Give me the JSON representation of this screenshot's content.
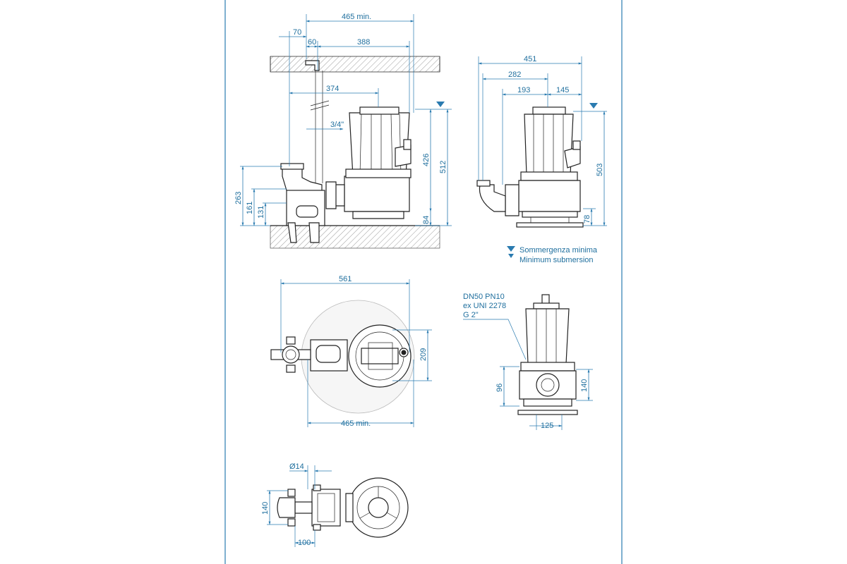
{
  "dimensions": {
    "side_view": {
      "d465min_top": "465 min.",
      "d70": "70",
      "d60": "60",
      "d388": "388",
      "d374": "374",
      "d34": "3/4\"",
      "d426": "426",
      "d512": "512",
      "d263": "263",
      "d161": "161",
      "d131": "131",
      "d84": "84"
    },
    "front_view": {
      "d451": "451",
      "d282": "282",
      "d193": "193",
      "d145": "145",
      "d503": "503",
      "d78": "78"
    },
    "top_view": {
      "d561": "561",
      "d209": "209",
      "d465min_bottom": "465 min."
    },
    "outlet_view": {
      "d96": "96",
      "d140": "140",
      "d125": "125"
    },
    "bottom_view": {
      "d14": "Ø14",
      "d140": "140",
      "d100": "100"
    }
  },
  "notes": {
    "flange_line1": "DN50 PN10",
    "flange_line2": "ex UNI 2278",
    "flange_line3": "G 2\"",
    "legend_it": "Sommergenza minima",
    "legend_en": "Minimum submersion"
  },
  "colors": {
    "dimension": "#1f6f9e",
    "outline": "#222222",
    "frame": "#2a7bb0"
  }
}
